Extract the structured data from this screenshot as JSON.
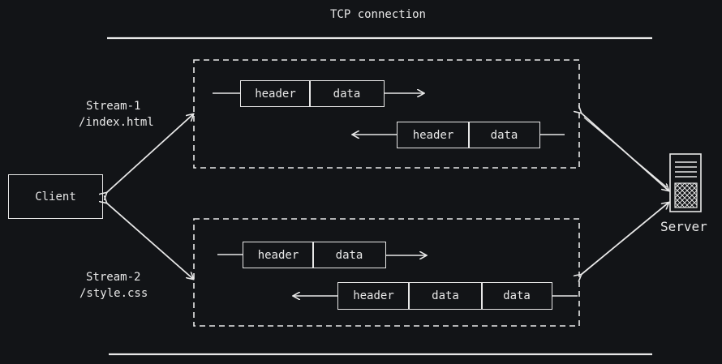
{
  "title": "TCP connection",
  "client": {
    "label": "Client"
  },
  "server": {
    "label": "Server",
    "icon": "server-icon"
  },
  "streams": [
    {
      "name": "Stream-1",
      "path": "/index.html",
      "request": [
        "header",
        "data"
      ],
      "response": [
        "header",
        "data"
      ]
    },
    {
      "name": "Stream-2",
      "path": "/style.css",
      "request": [
        "header",
        "data"
      ],
      "response": [
        "header",
        "data",
        "data"
      ]
    }
  ],
  "colors": {
    "background": "#121417",
    "stroke": "#e8e8e8"
  }
}
